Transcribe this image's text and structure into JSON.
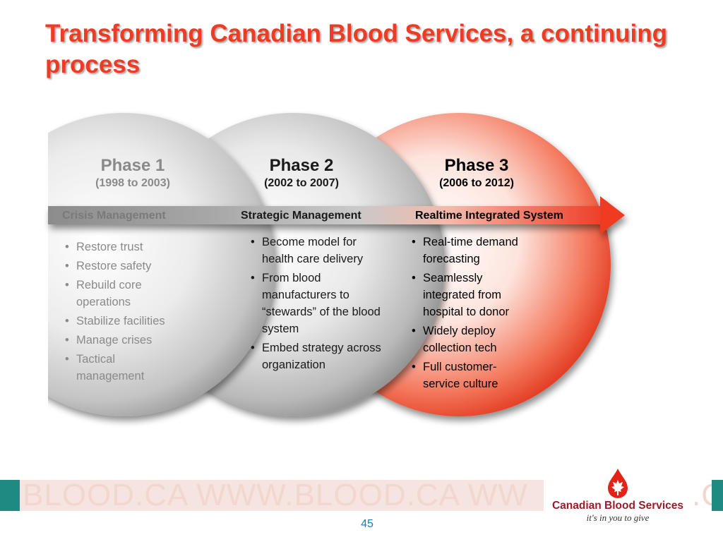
{
  "title": "Transforming Canadian Blood Services, a continuing process",
  "colors": {
    "title": "#ee3b24",
    "phase1_text": "#8a8a8a",
    "phase2_text": "#1a1a1a",
    "phase3_text": "#000000",
    "arrow": "#ee3b24",
    "teal": "#1e8a82",
    "brand": "#9b1b2a",
    "page_number": "#1a7fb2"
  },
  "phases": [
    {
      "name": "Phase 1",
      "years": "(1998 to 2003)",
      "band_label": "Crisis Management",
      "bullets": [
        "Restore trust",
        "Restore safety",
        "Rebuild core operations",
        "Stabilize facilities",
        "Manage crises",
        "Tactical management"
      ]
    },
    {
      "name": "Phase 2",
      "years": "(2002 to 2007)",
      "band_label": "Strategic Management",
      "bullets": [
        "Become model for health care delivery",
        "From blood manufacturers to “stewards” of the blood system",
        "Embed strategy across organization"
      ]
    },
    {
      "name": "Phase 3",
      "years": "(2006 to 2012)",
      "band_label": "Realtime Integrated System",
      "bullets": [
        "Real-time demand forecasting",
        "Seamlessly integrated from hospital to donor",
        "Widely deploy collection tech",
        "Full customer-service culture"
      ]
    }
  ],
  "footer": {
    "watermark_left": "BLOOD.CA WWW.BLOOD.CA WW",
    "watermark_right": ".C",
    "brand_name": "Canadian Blood Services",
    "brand_tagline": "it's in you to give",
    "logo_icon": "maple-leaf-drop-icon"
  },
  "page_number": "45"
}
